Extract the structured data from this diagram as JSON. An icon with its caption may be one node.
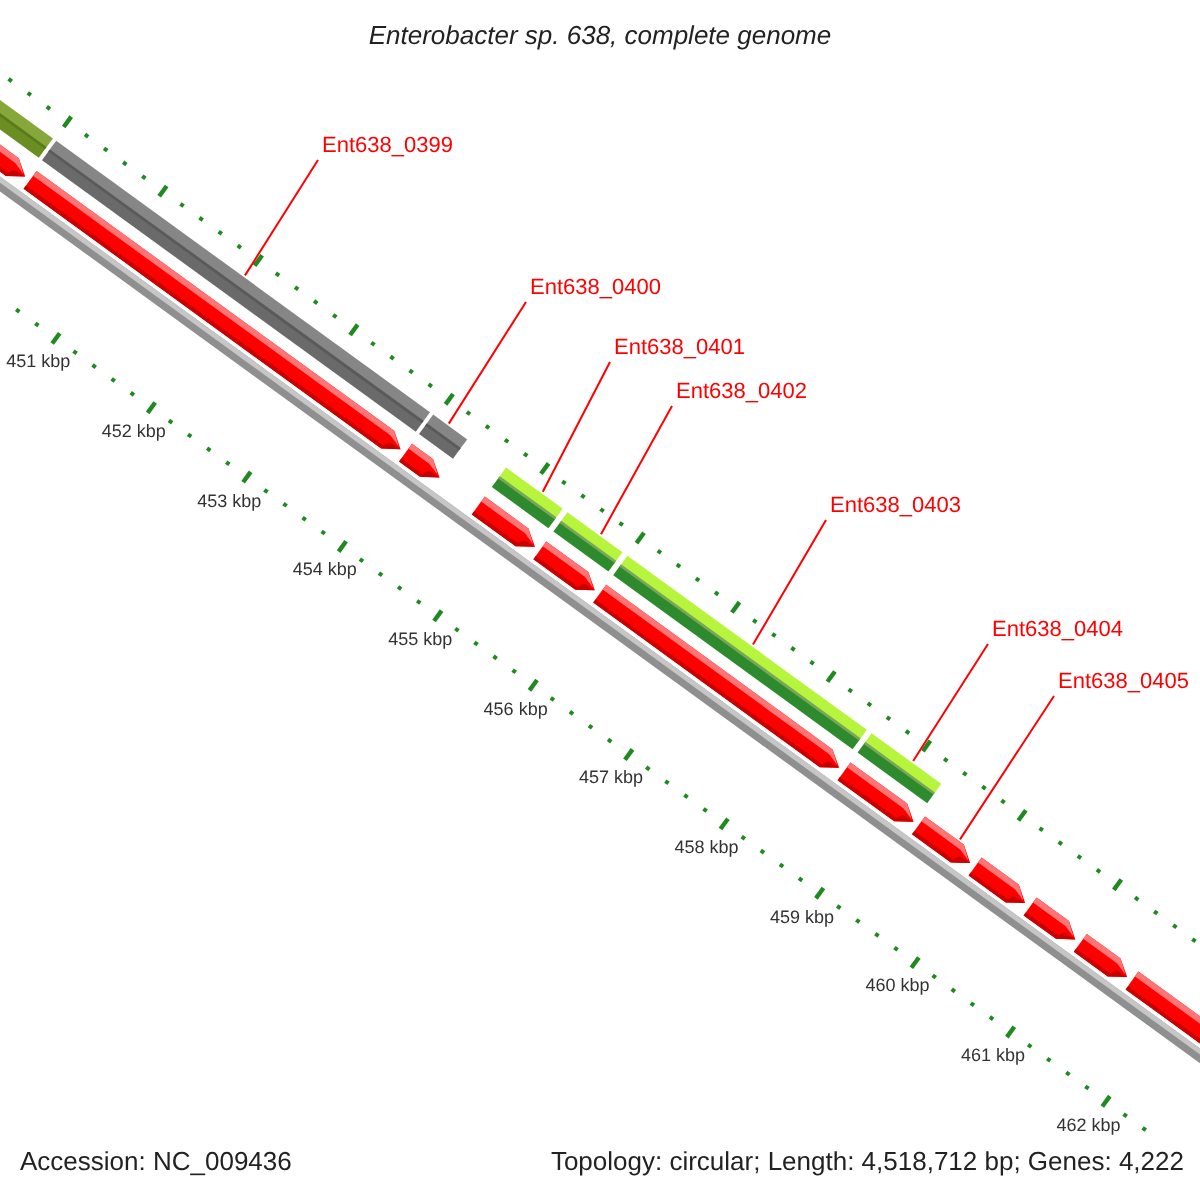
{
  "diagram": {
    "title": "Enterobacter sp. 638, complete genome",
    "nodes": [
      {
        "text": [
          "Ent638_0399"
        ]
      },
      {
        "text": [
          "Ent638_0400"
        ]
      },
      {
        "text": [
          "Ent638_0401"
        ]
      },
      {
        "text": [
          "Ent638_0402"
        ]
      },
      {
        "text": [
          "Ent638_0403"
        ]
      },
      {
        "text": [
          "Ent638_0404"
        ]
      },
      {
        "text": [
          "Ent638_0405"
        ]
      },
      {
        "text": [],
        "shape": "box"
      },
      {
        "text": [],
        "shape": "box"
      },
      {
        "text": [],
        "shape": "box"
      },
      {
        "text": [],
        "shape": "box"
      },
      {
        "text": [],
        "shape": "box"
      },
      {
        "text": [],
        "shape": "box"
      },
      {
        "text": [],
        "shape": "box"
      },
      {
        "text": [],
        "shape": "box"
      },
      {
        "text": [],
        "shape": "box"
      },
      {
        "text": [],
        "shape": "box"
      },
      {
        "text": [],
        "shape": "box"
      },
      {
        "text": [],
        "shape": "box"
      },
      {
        "text": [],
        "shape": "bar"
      },
      {
        "text": [],
        "shape": "bar"
      },
      {
        "text": [],
        "shape": "bar"
      },
      {
        "text": [],
        "shape": "bar"
      },
      {
        "text": [],
        "shape": "bar"
      },
      {
        "text": [],
        "shape": "bar"
      },
      {
        "text": [],
        "shape": "bar"
      }
    ],
    "edges": [
      {
        "from": 0,
        "to": 20,
        "arrow": "none"
      },
      {
        "from": 1,
        "to": 21,
        "arrow": "none"
      },
      {
        "from": 2,
        "to": 22,
        "arrow": "none"
      },
      {
        "from": 3,
        "to": 23,
        "arrow": "none"
      },
      {
        "from": 4,
        "to": 24,
        "arrow": "none"
      },
      {
        "from": 5,
        "to": 25,
        "arrow": "none"
      },
      {
        "from": 6,
        "to": 14,
        "arrow": "none"
      }
    ],
    "labels": [
      "451 kbp",
      "452 kbp",
      "453 kbp",
      "454 kbp",
      "455 kbp",
      "456 kbp",
      "457 kbp",
      "458 kbp",
      "459 kbp",
      "460 kbp",
      "461 kbp",
      "462 kbp",
      "Accession: NC_009436",
      "Topology: circular; Length: 4,518,712 bp; Genes: 4,222"
    ]
  }
}
